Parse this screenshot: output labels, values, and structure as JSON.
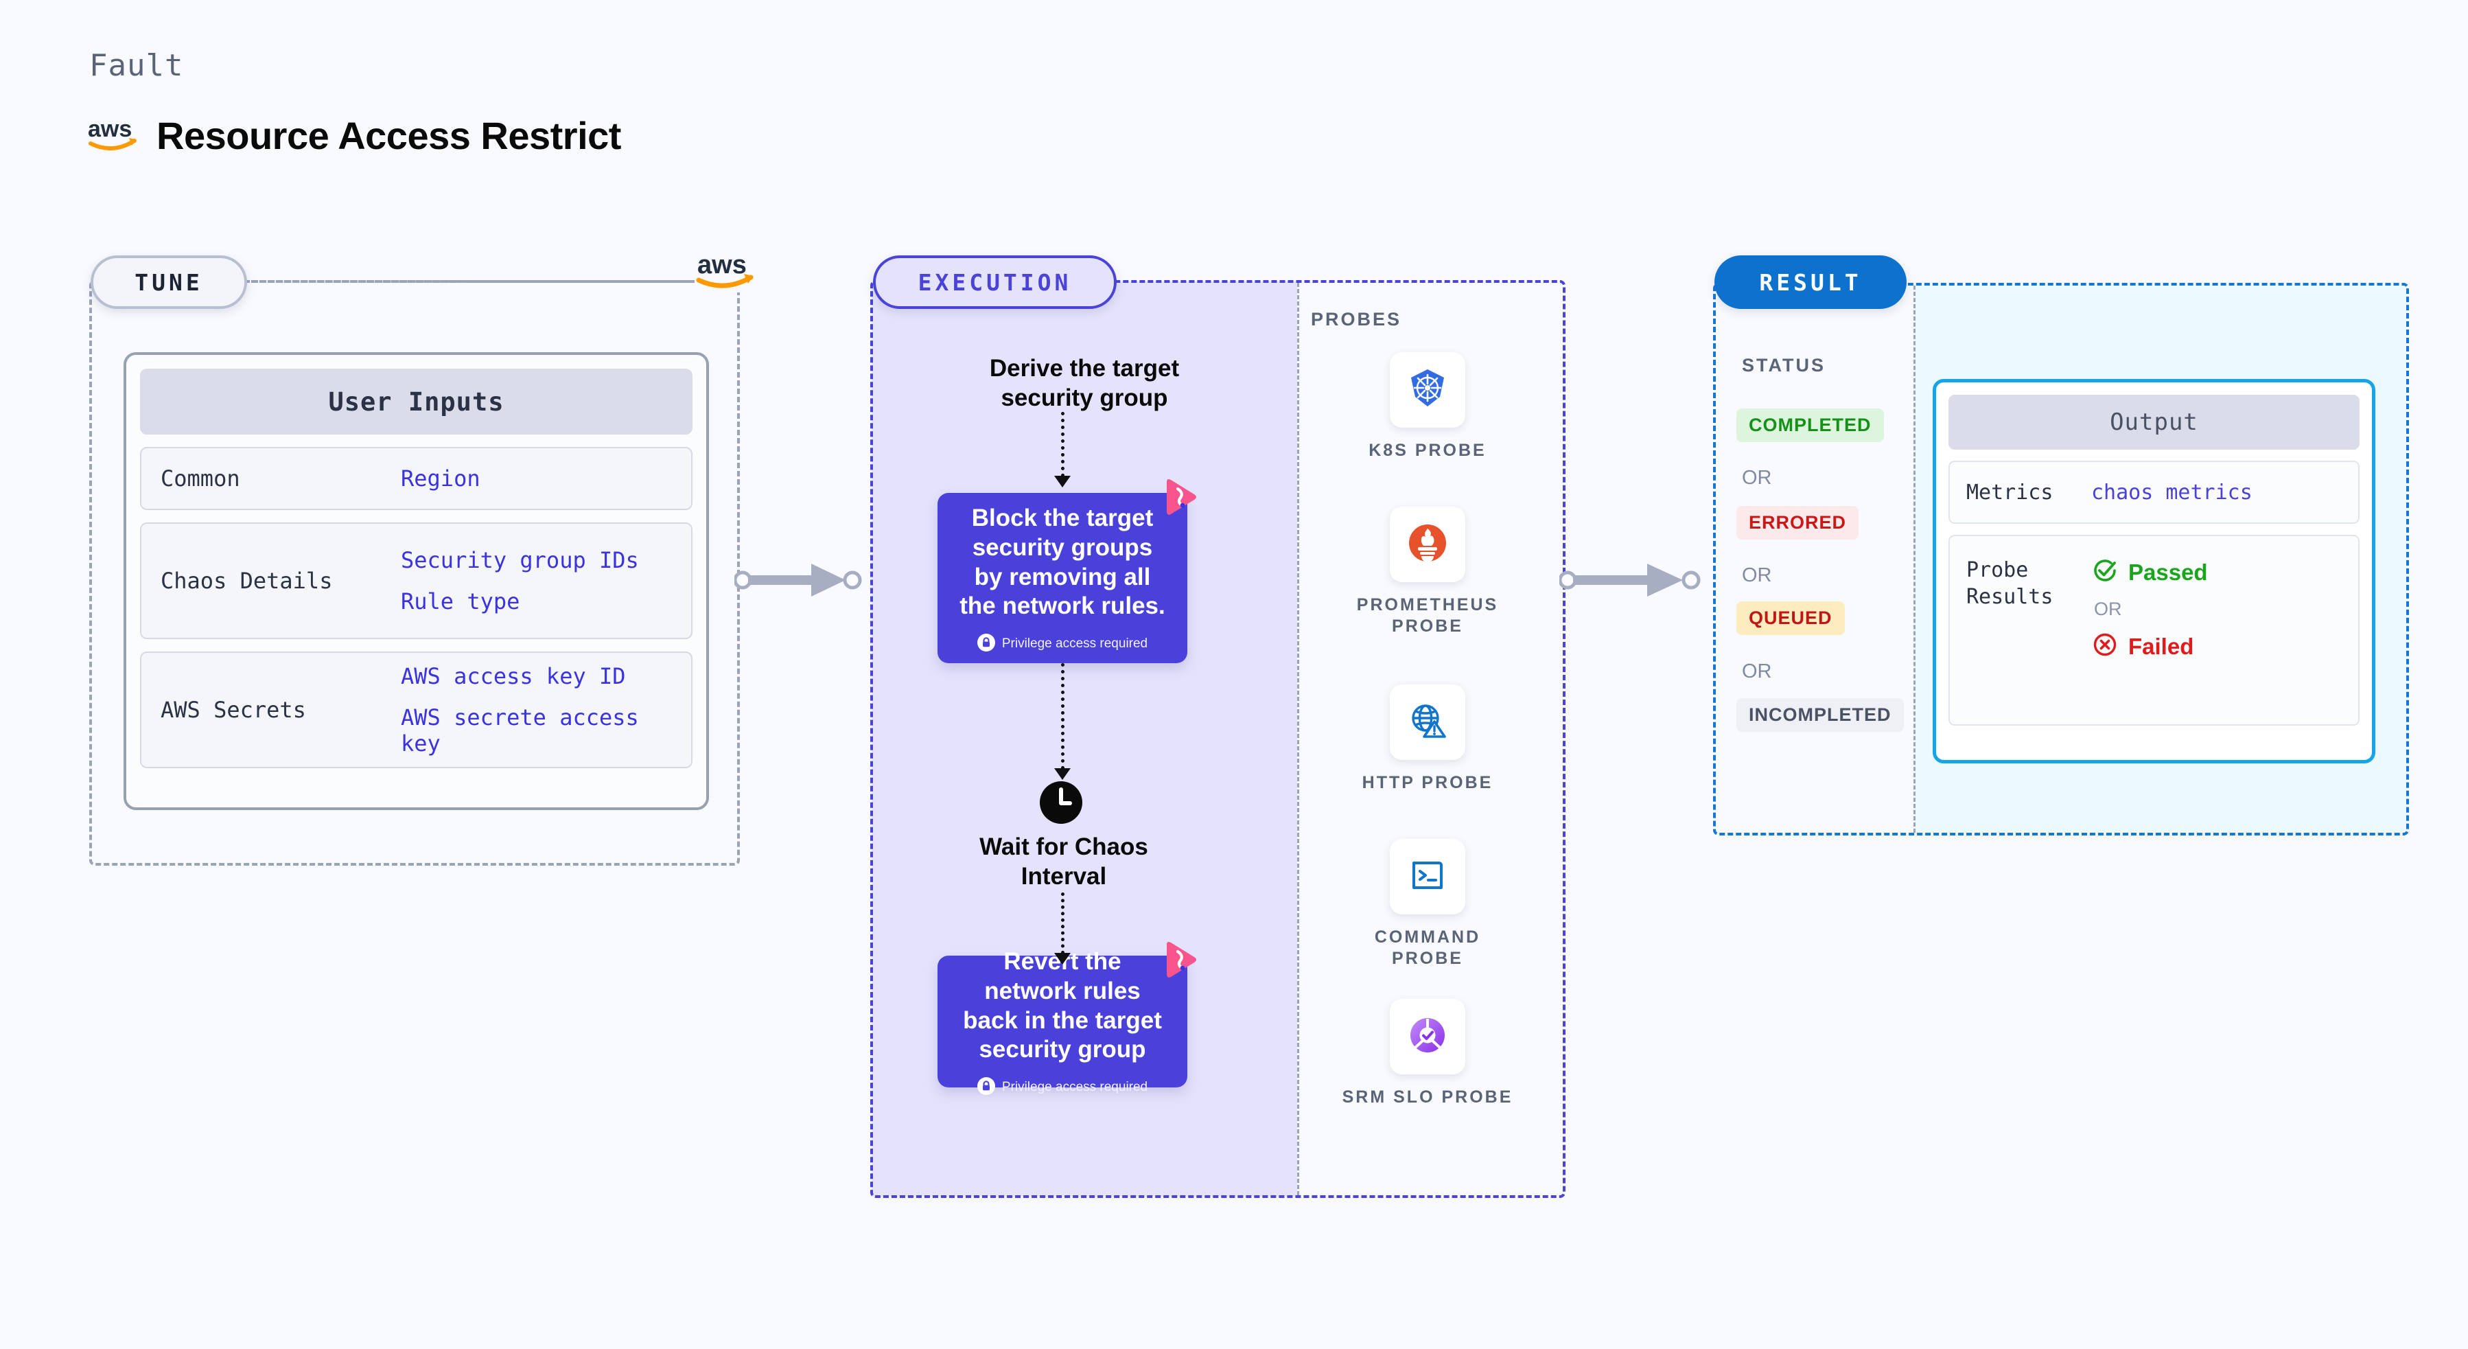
{
  "header": {
    "eyebrow": "Fault",
    "title": "Resource Access Restrict",
    "logo_icon": "aws-logo"
  },
  "tune": {
    "pill_label": "TUNE",
    "logo_icon": "aws-logo",
    "card_title": "User Inputs",
    "rows": [
      {
        "label": "Common",
        "values": [
          "Region"
        ]
      },
      {
        "label": "Chaos Details",
        "values": [
          "Security group IDs",
          "Rule type"
        ]
      },
      {
        "label": "AWS Secrets",
        "values": [
          "AWS access key ID",
          "AWS secrete access key"
        ]
      }
    ]
  },
  "execution": {
    "pill_label": "EXECUTION",
    "steps": [
      {
        "type": "text",
        "label": "Derive the target security group"
      },
      {
        "type": "action",
        "label": "Block the target security groups by removing all the network rules.",
        "note": "Privilege access required",
        "badge_icon": "litmus-logo-icon",
        "lock_icon": "lock-icon"
      },
      {
        "type": "wait",
        "label": "Wait for Chaos Interval",
        "icon": "clock-icon"
      },
      {
        "type": "action",
        "label": "Revert the network rules back in the target security group",
        "note": "Privilege access required",
        "badge_icon": "litmus-logo-icon",
        "lock_icon": "lock-icon"
      }
    ],
    "probes_label": "PROBES",
    "probes": [
      {
        "label": "K8S PROBE",
        "icon": "kubernetes-icon"
      },
      {
        "label": "PROMETHEUS PROBE",
        "icon": "prometheus-icon"
      },
      {
        "label": "HTTP PROBE",
        "icon": "http-globe-warning-icon"
      },
      {
        "label": "COMMAND PROBE",
        "icon": "terminal-icon"
      },
      {
        "label": "SRM SLO PROBE",
        "icon": "srm-slo-icon"
      }
    ]
  },
  "result": {
    "pill_label": "RESULT",
    "status_label": "STATUS",
    "or_label": "OR",
    "statuses": [
      {
        "label": "COMPLETED",
        "bg": "#dcf5dc",
        "color": "#159018"
      },
      {
        "label": "ERRORED",
        "bg": "#fce9e9",
        "color": "#cc1717"
      },
      {
        "label": "QUEUED",
        "bg": "#fcecc0",
        "color": "#c21616"
      },
      {
        "label": "INCOMPLETED",
        "bg": "#eef0f5",
        "color": "#4a5164"
      }
    ],
    "output": {
      "title": "Output",
      "metrics_label": "Metrics",
      "metrics_value": "chaos metrics",
      "probe_results_label": "Probe Results",
      "passed_label": "Passed",
      "failed_label": "Failed",
      "or_label": "OR",
      "passed_icon": "check-circle-icon",
      "failed_icon": "x-circle-icon"
    }
  },
  "connectors": {
    "tune_to_execution": "arrow-right",
    "execution_to_result": "arrow-right"
  },
  "colors": {
    "background": "#f9fafe",
    "execution_accent": "#4b43d8",
    "execution_bg": "#e4e3fb",
    "action_box": "#4a41db",
    "result_accent": "#0c72ce",
    "result_bg": "#ecfaff",
    "output_border": "#13a5e8",
    "litmus_pink": "#f8558e",
    "mono_value": "#3b32e0"
  }
}
